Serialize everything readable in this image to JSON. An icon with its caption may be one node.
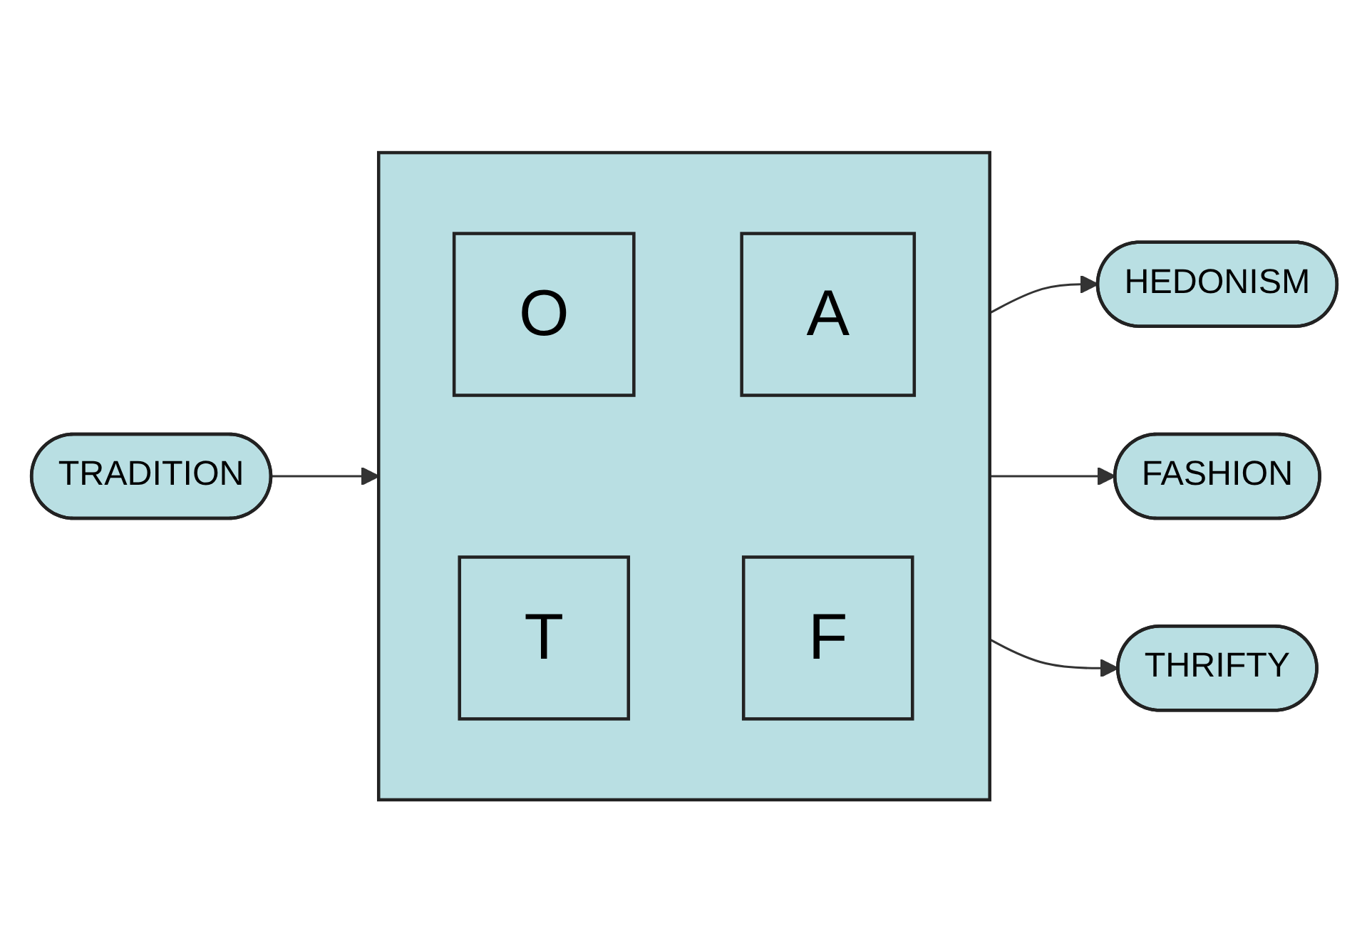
{
  "diagram": {
    "nodes": [
      {
        "text": [
          "HEDONISM"
        ]
      },
      {
        "text": [],
        "shape": "box"
      },
      {
        "text": [
          "O"
        ],
        "in": 1
      },
      {
        "text": [
          "A"
        ],
        "in": 1
      },
      {
        "text": [
          "TRADITION"
        ]
      },
      {
        "text": [
          "FASHION"
        ]
      },
      {
        "text": [
          "T"
        ],
        "in": 1
      },
      {
        "text": [
          "F"
        ],
        "in": 1
      },
      {
        "text": [
          "THRIFTY"
        ]
      }
    ],
    "edges": [
      {
        "from": 1,
        "to": 0,
        "arrow": "to"
      },
      {
        "from": 4,
        "to": 1,
        "arrow": "to"
      },
      {
        "from": 1,
        "to": 5,
        "arrow": "to"
      },
      {
        "from": 1,
        "to": 8,
        "arrow": "to"
      }
    ]
  }
}
